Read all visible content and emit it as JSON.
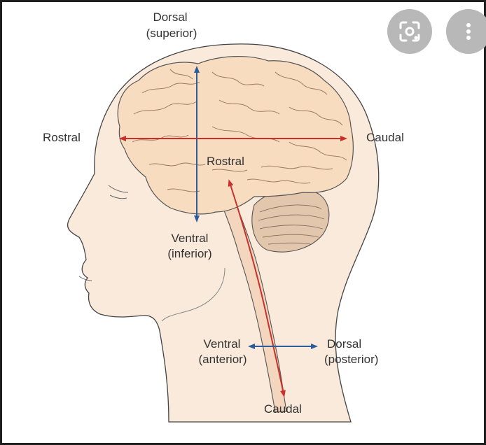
{
  "labels": {
    "dorsal_top": "Dorsal",
    "superior": "(superior)",
    "rostral_left": "Rostral",
    "caudal_right": "Caudal",
    "rostral_center": "Rostral",
    "ventral_mid": "Ventral",
    "inferior": "(inferior)",
    "ventral_low": "Ventral",
    "anterior": "(anterior)",
    "dorsal_low": "Dorsal",
    "posterior": "(posterior)",
    "caudal_bottom": "Caudal"
  },
  "colors": {
    "brain": "#f7dcc0",
    "head": "#faeadb",
    "red_arrow": "#c8312b",
    "blue_arrow": "#2c5c9a",
    "button_bg": "#b8b8b8"
  },
  "overlay": {
    "lens_icon": "lens-icon",
    "more_icon": "more-vertical-icon"
  }
}
